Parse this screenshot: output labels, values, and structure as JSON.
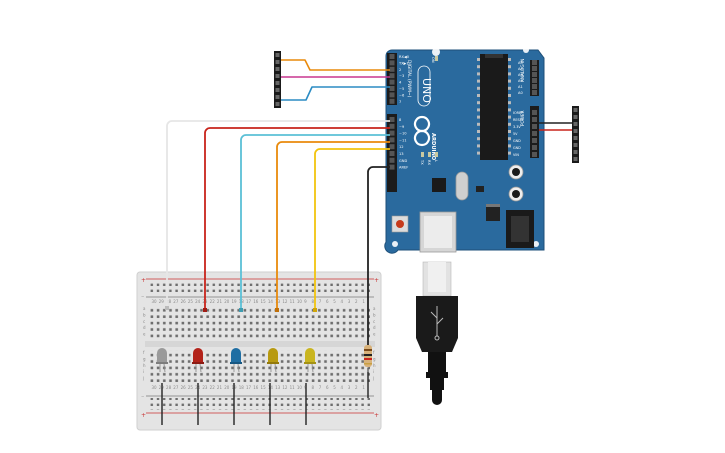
{
  "board": {
    "brand": "ARDUINO",
    "model": "UNO",
    "digital_header_title": "DIGITAL (PWM~)",
    "analog_header_title": "ANALOG IN",
    "power_header_title": "POWER",
    "tx_label": "TX",
    "rx_label": "RX",
    "l_label": "L",
    "on_label": "ON",
    "digital_pins": [
      "AREF",
      "GND",
      "13",
      "12",
      "~11",
      "~10",
      "~9",
      "8",
      "7",
      "~6",
      "~5",
      "4",
      "~3",
      "2",
      "TX▶1",
      "RX◀0"
    ],
    "analog_pins": [
      "A5",
      "A4",
      "A3",
      "A2",
      "A1",
      "A0"
    ],
    "power_pins": [
      "VIN",
      "GND",
      "GND",
      "5V",
      "3.3V",
      "RESET",
      "IOREF"
    ]
  },
  "breadboard": {
    "plus_sign": "+",
    "minus_sign": "−",
    "row_letters": [
      "a",
      "b",
      "c",
      "d",
      "e",
      "f",
      "g",
      "h",
      "i",
      "j"
    ],
    "column_numbers": [
      "30",
      "29",
      "28",
      "27",
      "26",
      "25",
      "24",
      "23",
      "22",
      "21",
      "20",
      "19",
      "18",
      "17",
      "16",
      "15",
      "14",
      "13",
      "12",
      "11",
      "10",
      "9",
      "8",
      "7",
      "6",
      "5",
      "4",
      "3",
      "2",
      "1"
    ]
  },
  "colors": {
    "board": "#2a6a9e",
    "breadboard": "#e4e4e4",
    "wire_white": "#e6e6e6",
    "wire_red": "#c8241b",
    "wire_cyan": "#5bc0d6",
    "wire_orange": "#e98a0c",
    "wire_yellow": "#f2c40e",
    "wire_black": "#222222",
    "wire_magenta": "#c8368f",
    "wire_blue": "#2b8cc4",
    "led_gray": "#9a9a9a",
    "led_red": "#b3231a",
    "led_blue": "#1f6ea3",
    "led_olive": "#b89a10",
    "led_yellow": "#c9b520",
    "usb_cable": "#1a1a1a"
  },
  "components": {
    "leds": [
      "led-gray",
      "led-red",
      "led-blue",
      "led-olive",
      "led-yellow"
    ],
    "resistor": "resistor",
    "usb_cable": "usb-cable",
    "headers": [
      "header-left",
      "header-right"
    ]
  }
}
